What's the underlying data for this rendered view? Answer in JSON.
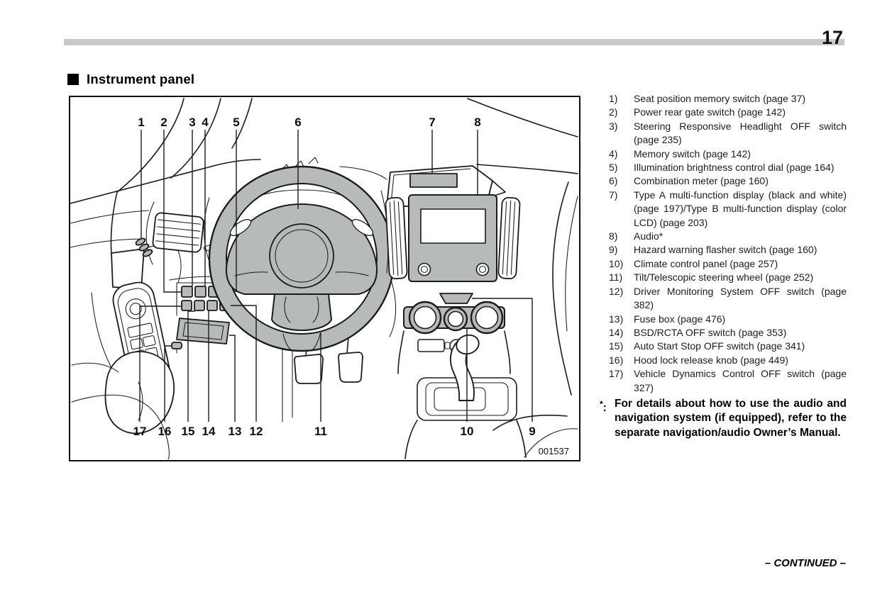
{
  "page": {
    "number": "17",
    "continued": "– CONTINUED –"
  },
  "heading": "Instrument panel",
  "figure": {
    "code": "001537",
    "callouts": [
      {
        "label": "1"
      },
      {
        "label": "2"
      },
      {
        "label": "3"
      },
      {
        "label": "4"
      },
      {
        "label": "5"
      },
      {
        "label": "6"
      },
      {
        "label": "7"
      },
      {
        "label": "8"
      },
      {
        "label": "17"
      },
      {
        "label": "16"
      },
      {
        "label": "15"
      },
      {
        "label": "14"
      },
      {
        "label": "13"
      },
      {
        "label": "12"
      },
      {
        "label": "11"
      },
      {
        "label": "10"
      },
      {
        "label": "9"
      }
    ]
  },
  "legend": {
    "items": [
      {
        "num": "1)",
        "text": "Seat position memory switch (page 37)"
      },
      {
        "num": "2)",
        "text": "Power rear gate switch (page 142)"
      },
      {
        "num": "3)",
        "text": "Steering Responsive Headlight OFF switch (page 235)"
      },
      {
        "num": "4)",
        "text": "Memory switch (page 142)"
      },
      {
        "num": "5)",
        "text": "Illumination brightness control dial (page 164)"
      },
      {
        "num": "6)",
        "text": "Combination meter (page 160)"
      },
      {
        "num": "7)",
        "text": "Type A multi-function display (black and white) (page 197)/Type B multi-function display (color LCD) (page 203)"
      },
      {
        "num": "8)",
        "text": "Audio*"
      },
      {
        "num": "9)",
        "text": "Hazard warning flasher switch (page 160)"
      },
      {
        "num": "10)",
        "text": "Climate control panel (page 257)"
      },
      {
        "num": "11)",
        "text": "Tilt/Telescopic steering wheel (page 252)"
      },
      {
        "num": "12)",
        "text": "Driver Monitoring System OFF switch (page 382)"
      },
      {
        "num": "13)",
        "text": "Fuse box (page 476)"
      },
      {
        "num": "14)",
        "text": "BSD/RCTA OFF switch (page 353)"
      },
      {
        "num": "15)",
        "text": "Auto Start Stop OFF switch (page 341)"
      },
      {
        "num": "16)",
        "text": "Hood lock release knob (page 449)"
      },
      {
        "num": "17)",
        "text": "Vehicle Dynamics Control OFF switch (page 327)"
      }
    ],
    "footnote": {
      "star": "*",
      "colon": ":",
      "text": "For details about how to use the audio and navigation system (if equipped), refer to the separate navigation/audio Owner’s Manual."
    }
  },
  "colors": {
    "diagram_fill": "#b6bab8",
    "header_bar": "#c9c9c9",
    "line": "#1b1b1b"
  }
}
